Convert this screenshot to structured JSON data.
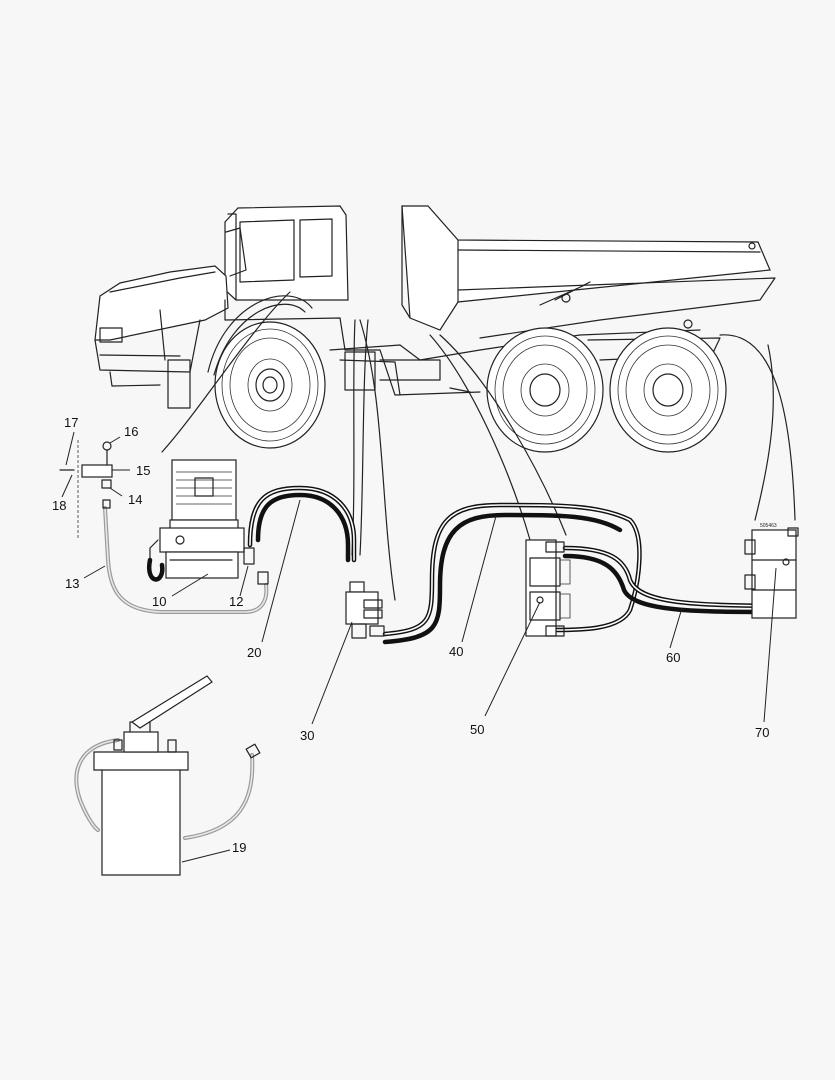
{
  "drawing_code": "505463",
  "callouts": [
    {
      "id": "c17",
      "text": "17"
    },
    {
      "id": "c16",
      "text": "16"
    },
    {
      "id": "c15",
      "text": "15"
    },
    {
      "id": "c18",
      "text": "18"
    },
    {
      "id": "c14",
      "text": "14"
    },
    {
      "id": "c13",
      "text": "13"
    },
    {
      "id": "c10",
      "text": "10"
    },
    {
      "id": "c12",
      "text": "12"
    },
    {
      "id": "c20",
      "text": "20"
    },
    {
      "id": "c30",
      "text": "30"
    },
    {
      "id": "c40",
      "text": "40"
    },
    {
      "id": "c50",
      "text": "50"
    },
    {
      "id": "c60",
      "text": "60"
    },
    {
      "id": "c70",
      "text": "70"
    },
    {
      "id": "c19",
      "text": "19"
    }
  ]
}
